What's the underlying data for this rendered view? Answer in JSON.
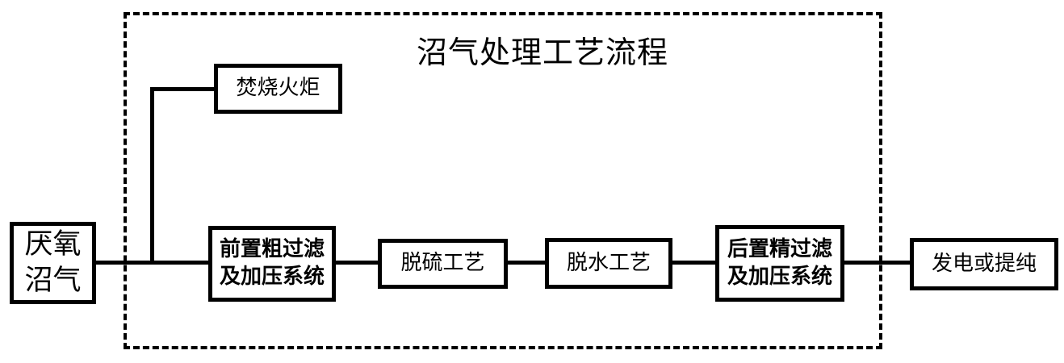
{
  "diagram": {
    "title": "沼气处理工艺流程",
    "nodes": {
      "anaerobic": {
        "line1": "厌氧",
        "line2": "沼气"
      },
      "flare": {
        "label": "焚烧火炬"
      },
      "prefilter": {
        "line1": "前置粗过滤",
        "line2": "及加压系统"
      },
      "desulfurization": {
        "label": "脱硫工艺"
      },
      "dehydration": {
        "label": "脱水工艺"
      },
      "postfilter": {
        "line1": "后置精过滤",
        "line2": "及加压系统"
      },
      "output": {
        "label": "发电或提纯"
      }
    },
    "colors": {
      "line": "#000000",
      "background": "#ffffff"
    }
  }
}
